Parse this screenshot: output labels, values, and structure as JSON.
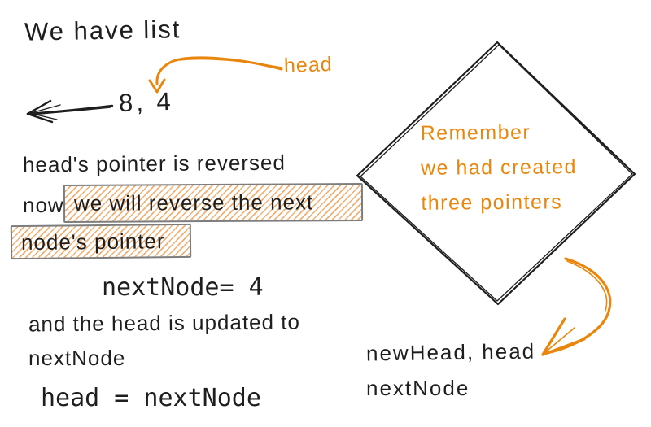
{
  "canvas": {
    "background": "#ffffff",
    "ink_color": "#1e1e1e",
    "accent_color": "#e8860d",
    "highlight_border_color": "#7d7d7d",
    "highlight_hatch_color": "#eb9646"
  },
  "intro": {
    "text": "We have list"
  },
  "list": {
    "head_label": "head",
    "values": "8, 4"
  },
  "explanation": {
    "line1": "head's pointer is reversed",
    "line2_prefix": "now",
    "highlight1": "we will reverse the next",
    "highlight2": "node's pointer"
  },
  "code": {
    "assignment1": "nextNode= 4",
    "assignment2": "head = nextNode"
  },
  "update_note": {
    "line1": "and the head is updated to",
    "line2": "nextNode"
  },
  "diamond_note": {
    "line1": "Remember",
    "line2": "we had created",
    "line3": "three pointers"
  },
  "pointers_note": {
    "line1": "newHead, head",
    "line2": "nextNode"
  }
}
